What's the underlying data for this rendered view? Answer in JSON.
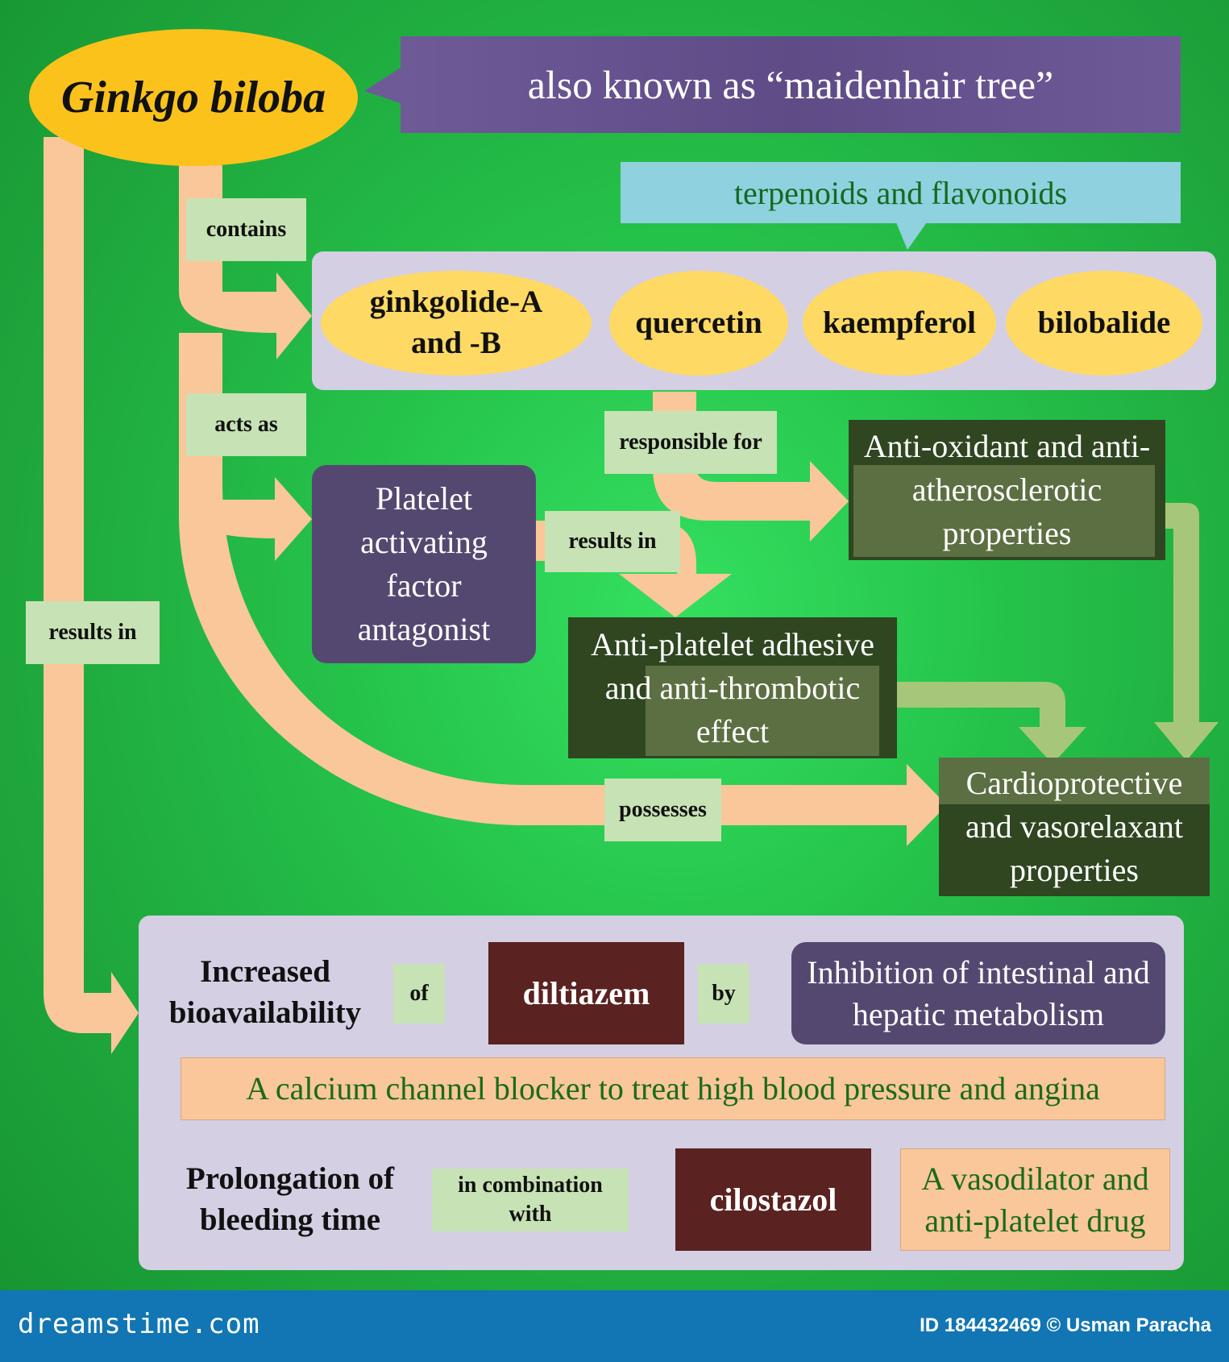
{
  "colors": {
    "background": "#25c24a",
    "arrow_peach": "#f9c79a",
    "arrow_olive": "#a6c77a",
    "arrow_cyan": "#8fd1df",
    "oval_yellow": "#fed964",
    "label_green": "#c7e2b4",
    "panel_lavender": "#d4cfe3",
    "box_dark": "#2f4621",
    "box_maroon": "#5a2220",
    "box_purple": "#554870",
    "callout_purple": "#6e5a97",
    "callout_cyan": "#8fd1df",
    "footer_blue": "#1176b3"
  },
  "diagram": {
    "title": "Ginkgo biloba",
    "aka": "also known as “maidenhair tree”",
    "class_note": "terpenoids and flavonoids",
    "compounds": [
      "ginkgolide-A and -B",
      "quercetin",
      "kaempferol",
      "bilobalide"
    ],
    "links": {
      "contains": "contains",
      "acts_as": "acts as",
      "responsible_for": "responsible for",
      "results_in_paf": "results in",
      "results_in_main": "results in",
      "possesses": "possesses",
      "of": "of",
      "by": "by",
      "in_combination_with": "in combination with"
    },
    "paf": "Platelet activating factor antagonist",
    "antioxidant": "Anti-oxidant and anti-atherosclerotic properties",
    "antiplatelet": "Anti-platelet adhesive and anti-thrombotic effect",
    "cardio": "Cardioprotective and vasorelaxant properties",
    "increased_bio": "Increased bioavailability",
    "diltiazem": "diltiazem",
    "inhibition": "Inhibition of intestinal and hepatic metabolism",
    "diltiazem_note": "A calcium channel blocker to treat high blood pressure and angina",
    "prolongation": "Prolongation of bleeding time",
    "cilostazol": "cilostazol",
    "cilostazol_note": "A vasodilator and anti-platelet drug"
  },
  "footer": {
    "brand": "dreamstime.com",
    "credit": "ID 184432469 © Usman Paracha"
  }
}
